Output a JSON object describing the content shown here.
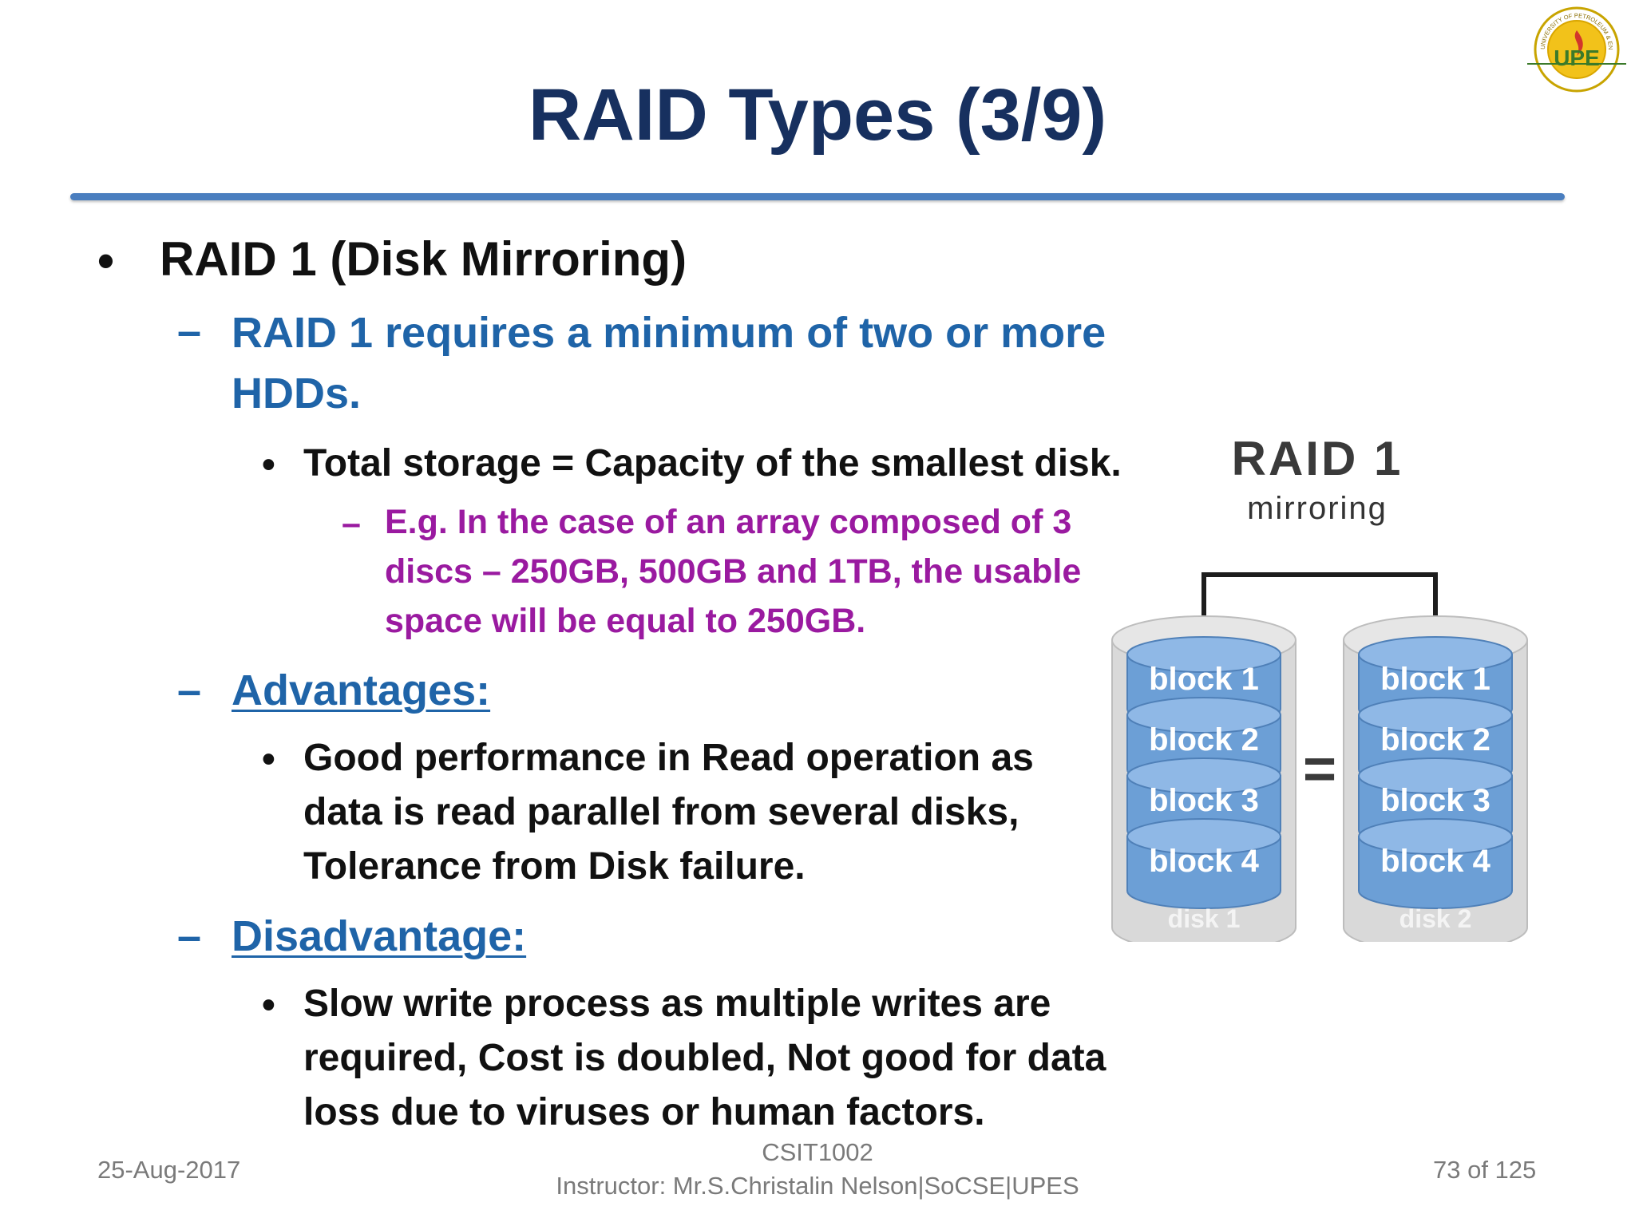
{
  "slide": {
    "title": "RAID Types (3/9)",
    "bullet_main": "RAID 1 (Disk Mirroring)",
    "req_line1": "RAID 1 requires a minimum of  two or more",
    "req_line2": "HDDs.",
    "storage": "Total storage = Capacity of the smallest disk.",
    "example_line1": "E.g. In the case of an array composed of 3",
    "example_line2": "discs – 250GB, 500GB and 1TB, the usable",
    "example_line3": "space will be equal to 250GB.",
    "advantages_heading": "Advantages:",
    "adv_line1": "Good performance in Read operation as",
    "adv_line2": "data is read parallel from several disks,",
    "adv_line3": "Tolerance from Disk failure.",
    "disadvantage_heading": "Disadvantage:",
    "dis_line1": "Slow write process as multiple writes are",
    "dis_line2": "required, Cost is doubled, Not good for data",
    "dis_line3": "loss due to viruses or human factors."
  },
  "symbols": {
    "bullet": "•",
    "dash": "–",
    "equals": "="
  },
  "diagram": {
    "title": "RAID 1",
    "subtitle": "mirroring",
    "disk1": {
      "label": "disk 1",
      "blocks": [
        "block 1",
        "block 2",
        "block 3",
        "block 4"
      ]
    },
    "disk2": {
      "label": "disk 2",
      "blocks": [
        "block 1",
        "block 2",
        "block 3",
        "block 4"
      ]
    }
  },
  "footer": {
    "date": "25-Aug-2017",
    "course": "CSIT1002",
    "instructor": "Instructor: Mr.S.Christalin Nelson|SoCSE|UPES",
    "page": "73 of 125"
  },
  "logo": {
    "text": "UPE",
    "ring_text": "UNIVERSITY OF PETROLEUM & ENERGY STUDIES",
    "colors": {
      "ring": "#c8a400",
      "inner": "#f2c21a",
      "flame": "#d2352b"
    }
  },
  "colors": {
    "title": "#17305f",
    "level2": "#1f64a8",
    "example": "#9a1aa0",
    "rule": "#4a7ebf",
    "disk_block": "#6c9fd6"
  }
}
